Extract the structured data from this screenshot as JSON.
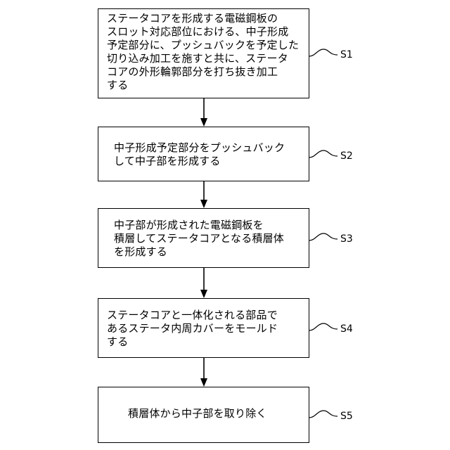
{
  "steps": [
    {
      "label": "S1",
      "text": "ステータコアを形成する電磁鋼板の\nスロット対応部位における、中子形成\n予定部分に、プッシュバックを予定した\n切り込み加工を施すと共に、ステータ\nコアの外形輪郭部分を打ち抜き加工\nする"
    },
    {
      "label": "S2",
      "text": "中子形成予定部分をプッシュバック\nして中子部を形成する"
    },
    {
      "label": "S3",
      "text": "中子部が形成された電磁鋼板を\n積層してステータコアとなる積層体\nを形成する"
    },
    {
      "label": "S4",
      "text": "ステータコアと一体化される部品で\nあるステータ内周カバーをモールド\nする"
    },
    {
      "label": "S5",
      "text": "積層体から中子部を取り除く"
    }
  ]
}
